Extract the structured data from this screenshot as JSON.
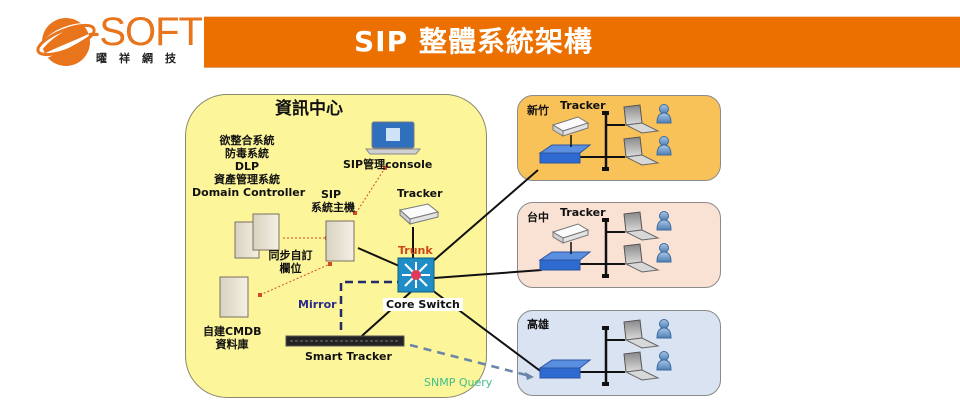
{
  "logo": {
    "brand": "-SOFT",
    "subtitle": "曜祥網技",
    "accent": "#e8741c"
  },
  "header": {
    "title": "SIP 整體系統架構",
    "bar_color": "#ec7000"
  },
  "data_center": {
    "title": "資訊中心",
    "integrated_systems": [
      "欲整合系統",
      "防毒系統",
      "DLP",
      "資產管理系統",
      "Domain Controller"
    ],
    "console_label": "SIP管理console",
    "sip_host_label": [
      "SIP",
      "系統主機"
    ],
    "sync_label": [
      "同步自訂",
      "欄位"
    ],
    "cmdb_label": [
      "自建CMDB",
      "資料庫"
    ],
    "tracker_label": "Tracker",
    "trunk_label": "Trunk",
    "core_switch_label": "Core Switch",
    "mirror_label": "Mirror",
    "smart_tracker_label": "Smart Tracker",
    "snmp_label": "SNMP Query"
  },
  "branches": [
    {
      "name": "新竹",
      "tracker": "Tracker",
      "color": "#f9c259"
    },
    {
      "name": "台中",
      "tracker": "Tracker",
      "color": "#f9e2d4"
    },
    {
      "name": "高雄",
      "tracker": "",
      "color": "#d9e3f2"
    }
  ]
}
